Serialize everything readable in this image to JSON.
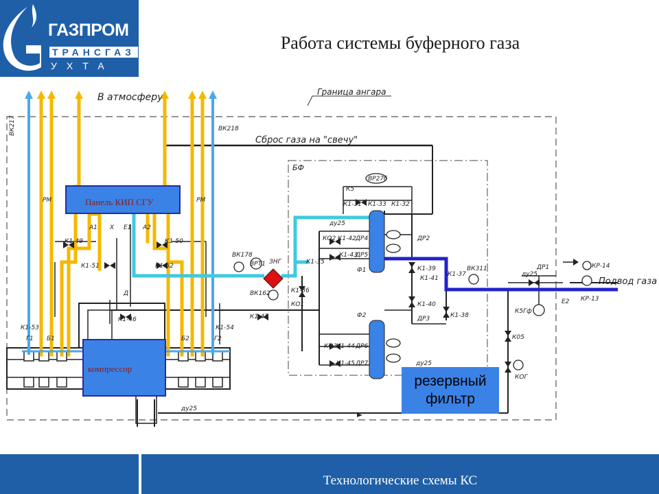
{
  "header": {
    "logo": {
      "name": "ГАЗПРОМ",
      "sub": "ТРАНСГАЗ",
      "city": "УХТА"
    },
    "title": "Работа системы буферного газа"
  },
  "diagram": {
    "panel_label": "Панель КИП СГУ",
    "compressor_label": "компрессор",
    "reserve_label_line1": "резервный",
    "reserve_label_line2": "фильтр",
    "labels": {
      "atmosphere": "В атмосферу",
      "hangar": "Граница ангара",
      "vent": "Сброс газа на \"свечу\"",
      "gas_supply": "Подвод газа",
      "bf": "БФ",
      "f1": "Ф1",
      "f2": "Ф2",
      "vk217": "ВК217",
      "vk218": "ВК218",
      "vk178": "ВК178",
      "vk162": "ВК162",
      "vk311": "ВК311",
      "bpt": "ВРТ1",
      "bpt2": "ВР27б",
      "zng": "ЗНГ",
      "k1_35": "К1-35",
      "k1_36": "К1-36",
      "k1_37": "К1-37",
      "k1_38": "К1-38",
      "k1_39": "К1-39",
      "k1_40": "К1-40",
      "k1_41": "К1-41",
      "k1_42": "К1-42",
      "k1_43": "К1-43",
      "k1_44": "К1-44",
      "k1_45": "К1-45",
      "k1_46": "К1-46",
      "k1_47": "К1-47",
      "k1_49": "К1-49",
      "k1_50": "К1-50",
      "k1_51": "К1-51",
      "k1_52": "К1-52",
      "k1_53": "К1-53",
      "k1_54": "К1-54",
      "k1_31": "К1-31",
      "k1_32": "К1-32",
      "k1_33": "К1-33",
      "dr1": "ДР1",
      "dr2": "ДР2",
      "dr3": "ДР3",
      "dr4": "ДР4",
      "dr5": "ДР5",
      "dr6": "ДР6",
      "dr7": "ДР7",
      "k5": "К5",
      "ko1": "КО1",
      "ko2": "КО2",
      "ko3": "КО3",
      "ko5": "К05",
      "kog": "КОГ",
      "k5g": "К5Гф",
      "kr13": "КР-13",
      "kr14": "КР-14",
      "rm": "РМ",
      "b1": "Б1",
      "b2": "Б2",
      "g1": "Г1",
      "g2": "Г2",
      "a1": "А1",
      "a2": "А2",
      "e1": "Е1",
      "e2": "Е2",
      "d": "Д",
      "x": "Х",
      "du25": "ду25"
    },
    "colors": {
      "yellow_pipe": "#f5b800",
      "light_blue_pipe": "#40c8e0",
      "dark_blue_pipe": "#2222cc",
      "sky_blue_pipe": "#4aa8ee",
      "box_blue": "#3b82e6",
      "valve_red": "#e01010"
    }
  },
  "footer": {
    "text": "Технологические схемы КС"
  }
}
